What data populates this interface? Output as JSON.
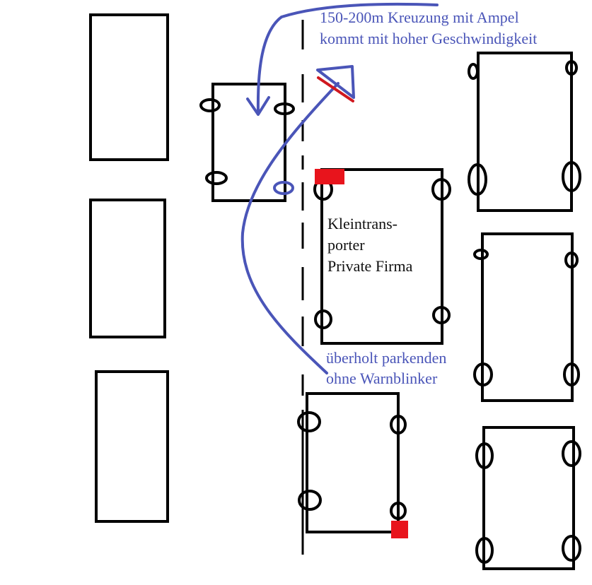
{
  "annotations": {
    "top_line1": "150-200m Kreuzung mit Ampel",
    "top_line2": "kommt mit hoher Geschwindigkeit",
    "van_line1": "Kleintrans-",
    "van_line2": "porter",
    "van_line3": "Private Firma",
    "bottom_line1": "überholt parkenden",
    "bottom_line2": "ohne Warnblinker"
  },
  "colors": {
    "outline": "#000000",
    "arrow": "#4a55b8",
    "marker": "#e8141c",
    "annotation_text": "#4a55b8",
    "label_text": "#111111"
  }
}
